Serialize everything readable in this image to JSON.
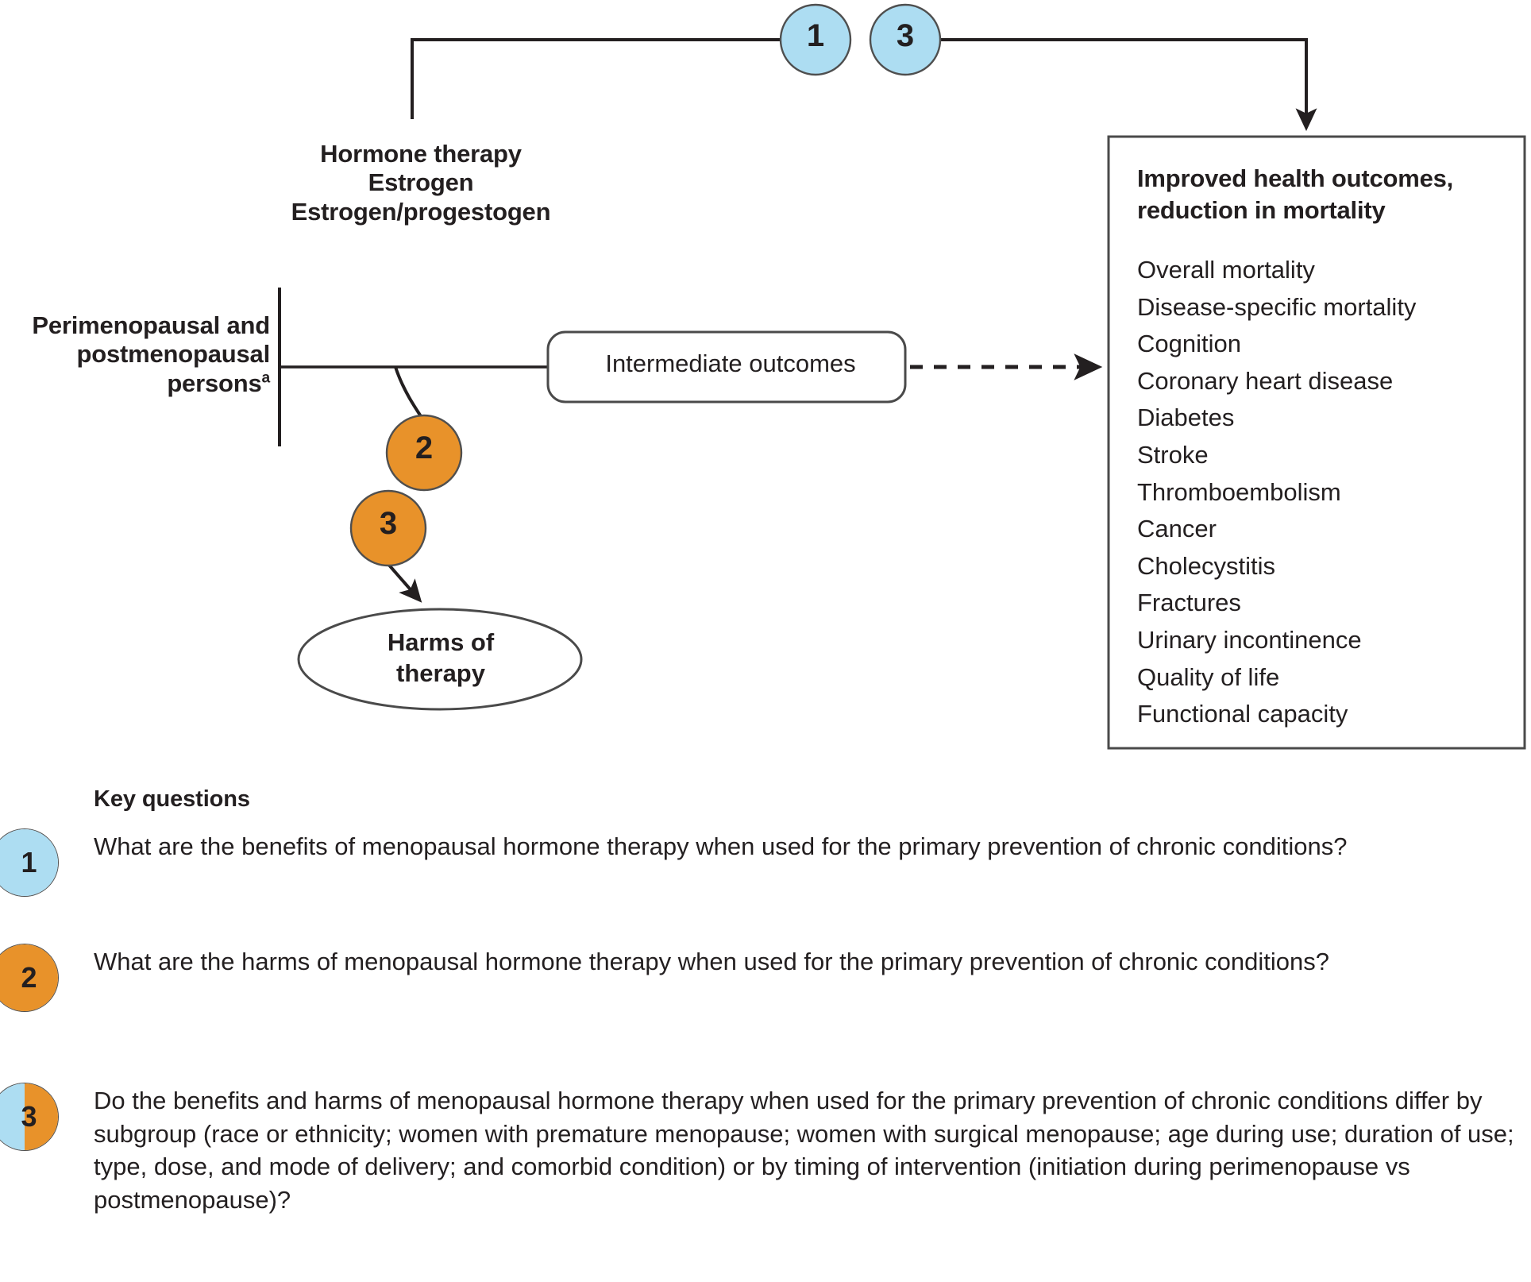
{
  "colors": {
    "kq_blue": "#ADDDF2",
    "kq_orange": "#E8922A",
    "stroke": "#3a3a3a",
    "text": "#231f20",
    "box_border": "#4a4a4a"
  },
  "framework": {
    "population": {
      "label": "Perimenopausal and\npostmenopausal\npersons",
      "footnote_marker": "a"
    },
    "intervention": {
      "label": "Hormone therapy\nEstrogen\nEstrogen/progestogen"
    },
    "intermediate": {
      "label": "Intermediate outcomes"
    },
    "harms": {
      "label": "Harms of\ntherapy"
    },
    "outcomes": {
      "title": "Improved health outcomes,\nreduction in mortality",
      "items": [
        "Overall mortality",
        "Disease-specific mortality",
        "Cognition",
        "Coronary heart disease",
        "Diabetes",
        "Stroke",
        "Thromboembolism",
        "Cancer",
        "Cholecystitis",
        "Fractures",
        "Urinary incontinence",
        "Quality of life",
        "Functional capacity"
      ]
    },
    "top_badges": [
      {
        "number": "1",
        "type": "blue"
      },
      {
        "number": "3",
        "type": "blue"
      }
    ],
    "harms_badges": [
      {
        "number": "2",
        "type": "orange"
      },
      {
        "number": "3",
        "type": "orange"
      }
    ]
  },
  "key_questions": {
    "heading": "Key questions",
    "items": [
      {
        "number": "1",
        "type": "blue",
        "text": "What are the benefits of menopausal hormone therapy when used for the primary prevention of chronic conditions?"
      },
      {
        "number": "2",
        "type": "orange",
        "text": "What are the harms of menopausal hormone therapy when used for the primary prevention of chronic conditions?"
      },
      {
        "number": "3",
        "type": "split",
        "text": "Do the benefits and harms of menopausal hormone therapy when used for the primary prevention of chronic conditions differ by subgroup (race or ethnicity; women with premature menopause; women with surgical menopause; age during use; duration of use; type, dose, and mode of delivery; and comorbid condition) or by timing of intervention (initiation during perimenopause vs postmenopause)?"
      }
    ]
  }
}
